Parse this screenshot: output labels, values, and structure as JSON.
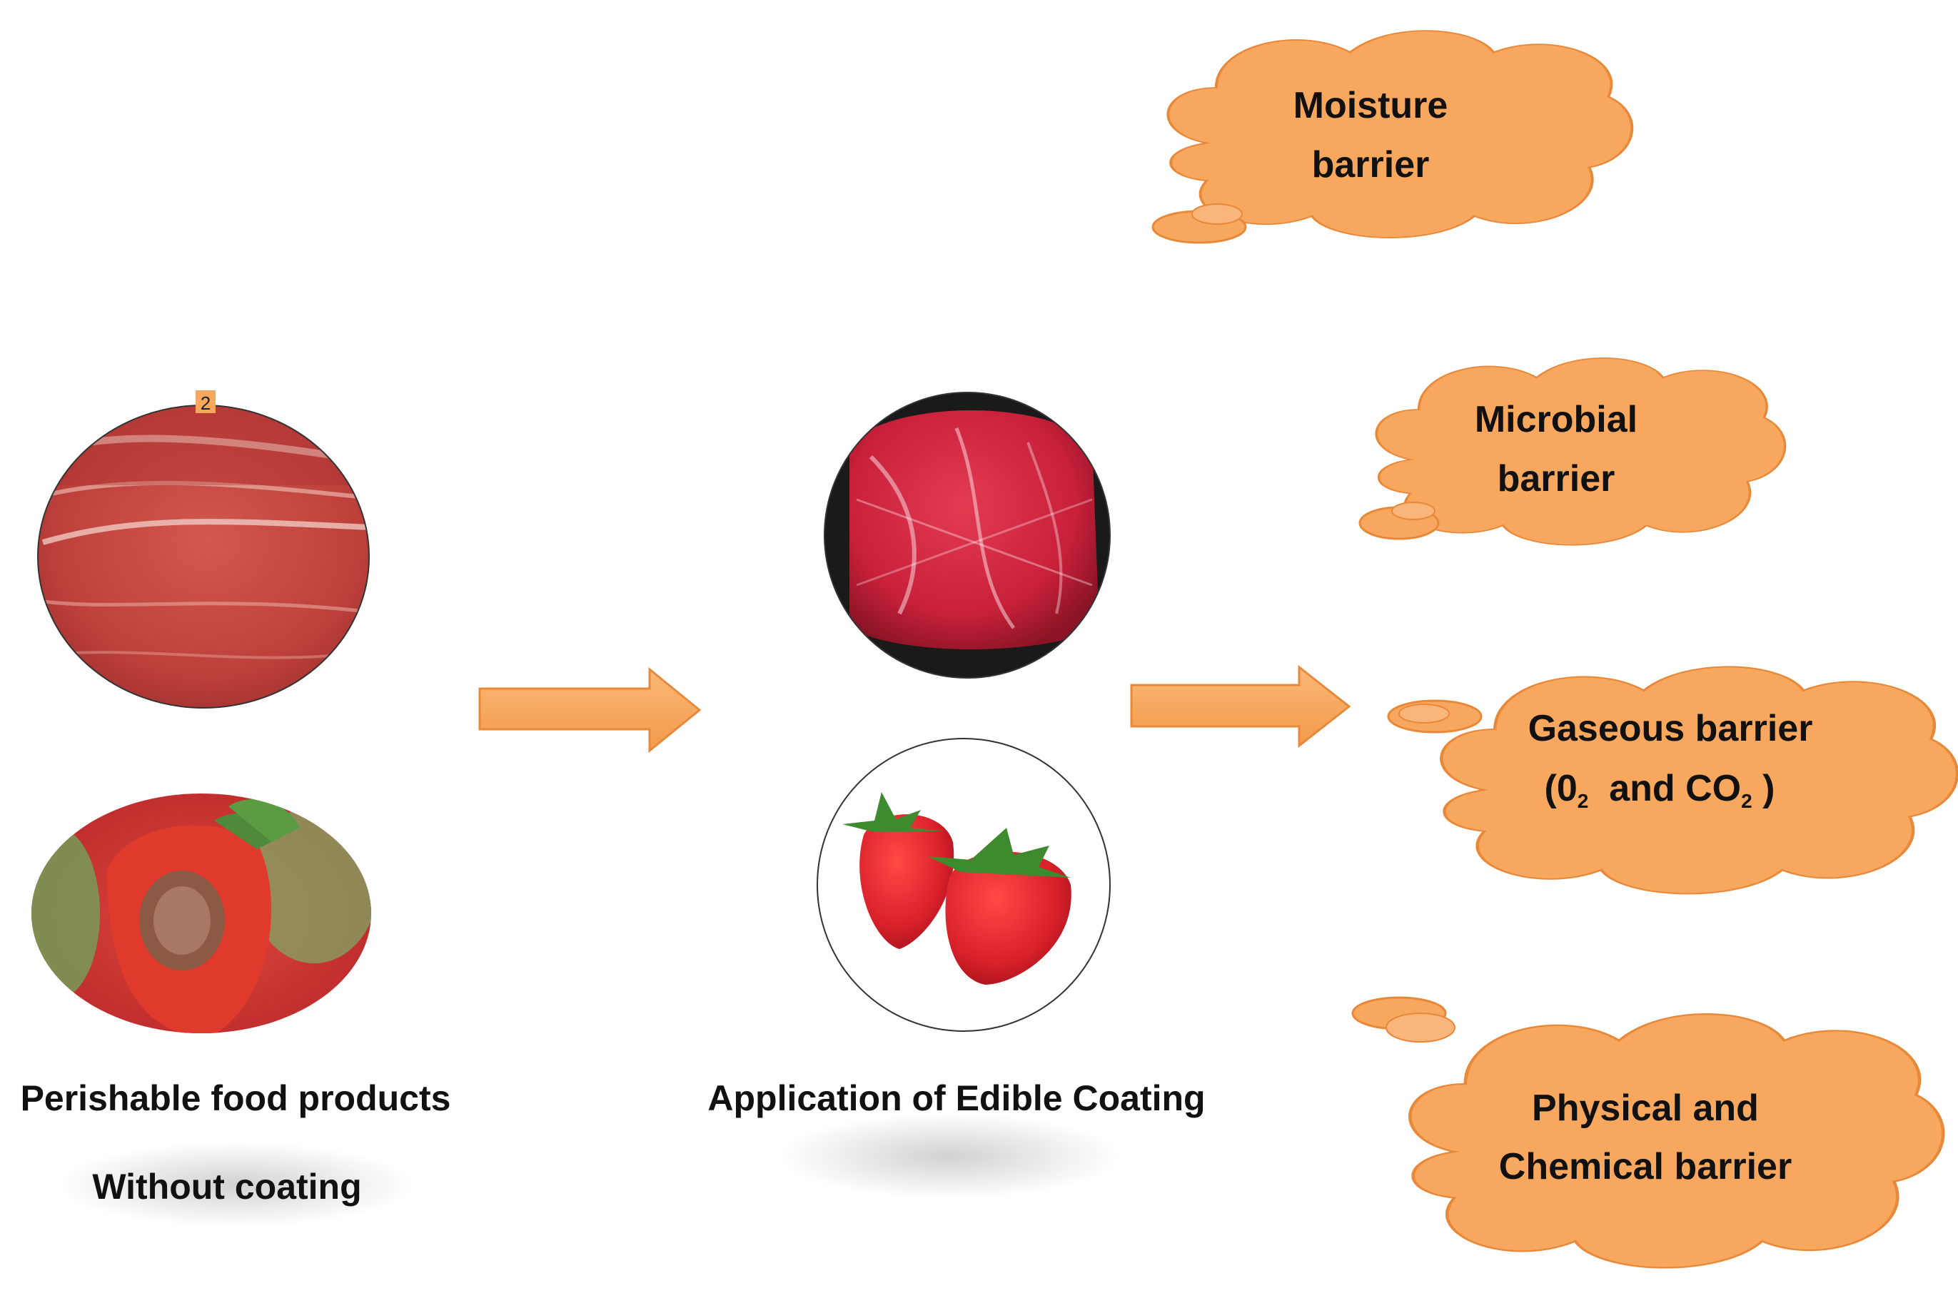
{
  "colors": {
    "cloud_fill": "#F7A75E",
    "cloud_stroke": "#E8893A",
    "arrow_fill": "#F7A75E",
    "meat_red": "#C9463F",
    "strawberry_red": "#D8232A"
  },
  "left": {
    "caption_line1": "Perishable food products",
    "caption_line2": "Without coating",
    "small_tag": "2"
  },
  "middle": {
    "caption": "Application of Edible Coating"
  },
  "clouds": [
    {
      "line1": "Moisture",
      "line2": "barrier"
    },
    {
      "line1": "Microbial",
      "line2": "barrier"
    },
    {
      "line1": "Gaseous barrier",
      "line2_prefix": "(0",
      "sub1": "2",
      "line2_mid": "  and CO",
      "sub2": "2",
      "line2_suffix": " )"
    },
    {
      "line1": "Physical and",
      "line2": "Chemical barrier"
    }
  ],
  "icons": [
    "raw-meat-image",
    "spoiled-strawberry-image",
    "wrapped-meat-image",
    "fresh-strawberries-image",
    "arrow-right-icon",
    "cloud-shape"
  ]
}
